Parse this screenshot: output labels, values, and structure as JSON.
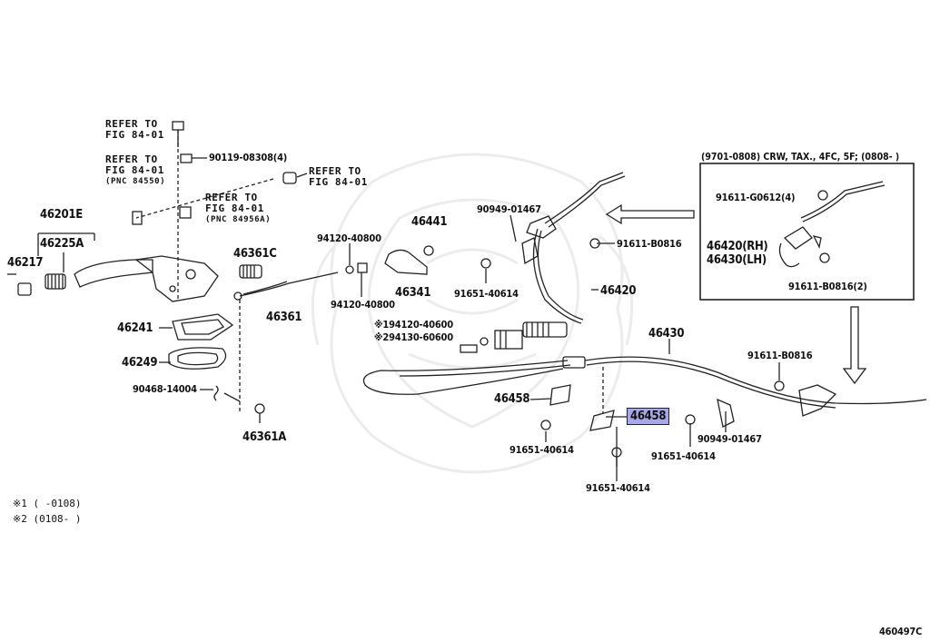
{
  "figure_id": "460497C",
  "highlighted_part": "46458",
  "inset": {
    "title": "(9701-0808) CRW, TAX., 4FC, 5F; (0808-     )",
    "labels": {
      "bolt_a": "91611-G0612(4)",
      "rh": "46420(RH)",
      "lh": "46430(LH)",
      "bolt_b": "91611-B0816(2)"
    }
  },
  "refer": {
    "r1": [
      "REFER TO",
      "FIG 84-01"
    ],
    "r2": [
      "REFER TO",
      "FIG 84-01",
      "(PNC 84550)"
    ],
    "r3": [
      "REFER TO",
      "FIG 84-01"
    ],
    "r4": [
      "REFER TO",
      "FIG 84-01",
      "(PNC 84956A)"
    ]
  },
  "parts": {
    "p90119": "90119-08308(4)",
    "p46201E": "46201E",
    "p46225A": "46225A",
    "p46217": "46217",
    "p46361C": "46361C",
    "p46241": "46241",
    "p46249": "46249",
    "p90468": "90468-14004",
    "p46361A": "46361A",
    "p46361": "46361",
    "p94120_a": "94120-40800",
    "p94120_b": "94120-40800",
    "p46441": "46441",
    "p46341": "46341",
    "p90949_a": "90949-01467",
    "p91651_a": "91651-40614",
    "p91611_a": "91611-B0816",
    "p46420": "46420",
    "p94120_c": "94120-40600",
    "p94130": "94130-60600",
    "mark1": "※1",
    "mark2": "※2",
    "p46430": "46430",
    "p91611_b": "91611-B0816",
    "p46458_a": "46458",
    "p91651_b": "91651-40614",
    "p91651_c": "91651-40614",
    "p90949_b": "90949-01467",
    "p91651_d": "91651-40614"
  },
  "notes": [
    "※1 (     -0108)",
    "※2 (0108-      )"
  ]
}
